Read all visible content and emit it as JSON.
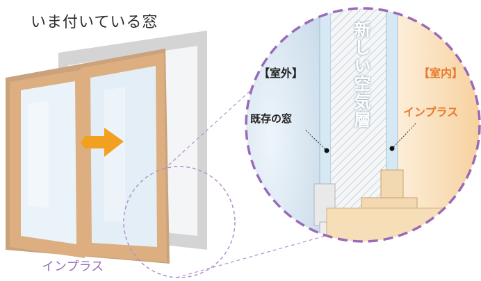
{
  "title": "いま付いている窓",
  "bottom_label": "インプラス",
  "zoom": {
    "outside_label": "【室外】",
    "inside_label": "【室内】",
    "existing_window_label": "既存の窓",
    "inplus_label": "インプラス",
    "air_layer_label": "新しい空気層"
  },
  "colors": {
    "frame_wood": "#d8a878",
    "back_frame": "#cfcfcf",
    "glass": "#e7f1f8",
    "arrow": "#f2a020",
    "dashed_circle": "#9a6ab8",
    "inside_accent": "#e77a2c"
  }
}
